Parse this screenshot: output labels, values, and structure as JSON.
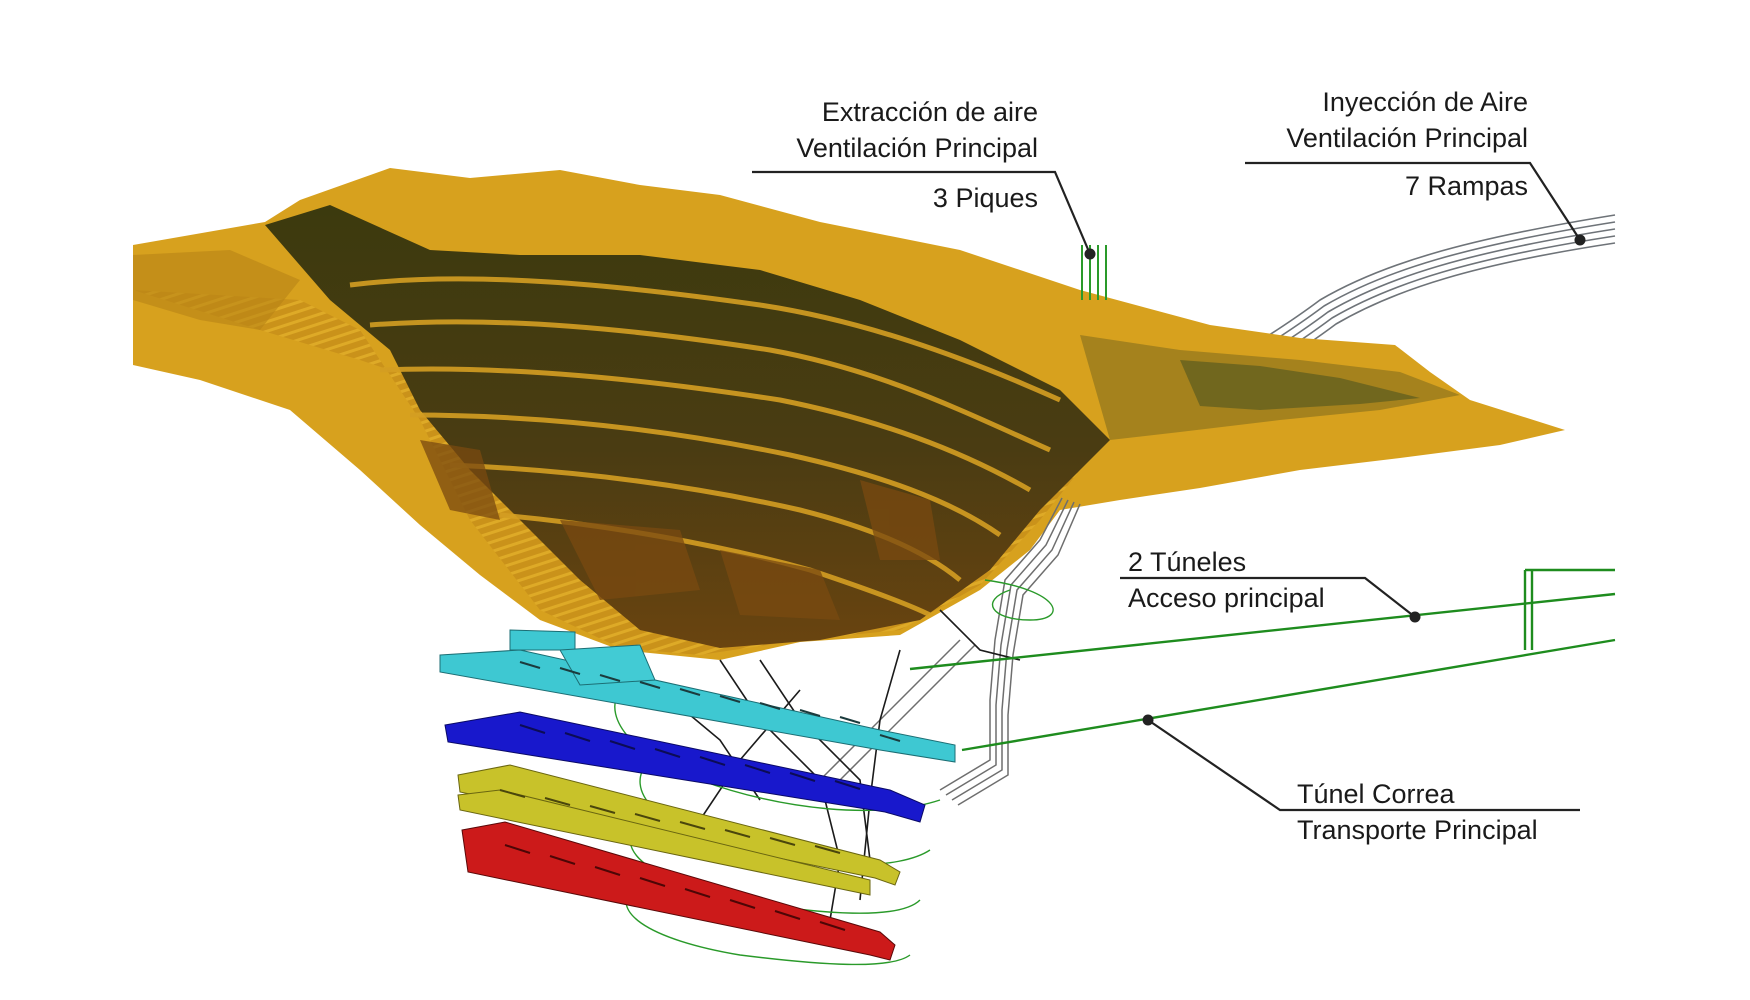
{
  "callouts": {
    "extraction": {
      "line1": "Extracción de aire",
      "line2": "Ventilación Principal",
      "count": "3 Piques"
    },
    "injection": {
      "line1": "Inyección de Aire",
      "line2": "Ventilación Principal",
      "count": "7 Rampas"
    },
    "tunnels": {
      "line1": "2 Túneles",
      "line2": "Acceso principal"
    },
    "conveyor": {
      "line1": "Túnel Correa",
      "line2": "Transporte Principal"
    }
  },
  "colors": {
    "terrain_surface": "#d9a21c",
    "terrain_shadow": "#3f3a10",
    "terrain_mid": "#6b4a12",
    "level_1": "#3ec8d2",
    "level_2": "#1a1acc",
    "level_3": "#c8c22a",
    "level_4": "#cc1a1a",
    "tunnel_green": "#1f8f1f",
    "shaft_gray": "#777777",
    "leader": "#222222"
  }
}
